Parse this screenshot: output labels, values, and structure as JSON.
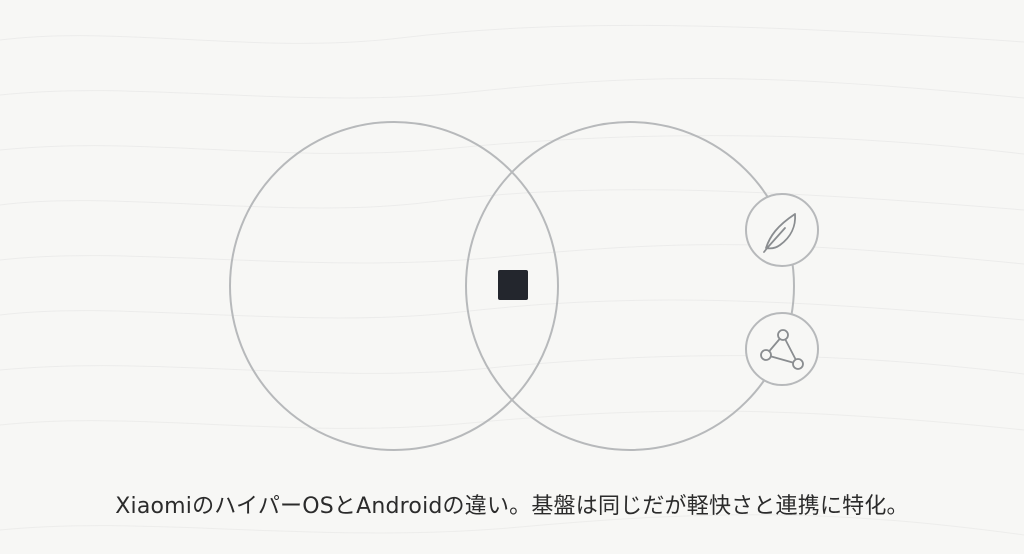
{
  "caption": "XiaomiのハイパーOSとAndroidの違い。基盤は同じだが軽快さと連携に特化。",
  "diagram": {
    "circles": [
      {
        "name": "left-circle"
      },
      {
        "name": "right-circle"
      }
    ],
    "center_marker": {
      "name": "core-square",
      "color": "#23262d"
    },
    "side_icons": [
      {
        "name": "feather-icon"
      },
      {
        "name": "network-triangle-icon"
      }
    ],
    "stroke_color": "#b7b9bb",
    "background": "#f7f7f5"
  }
}
